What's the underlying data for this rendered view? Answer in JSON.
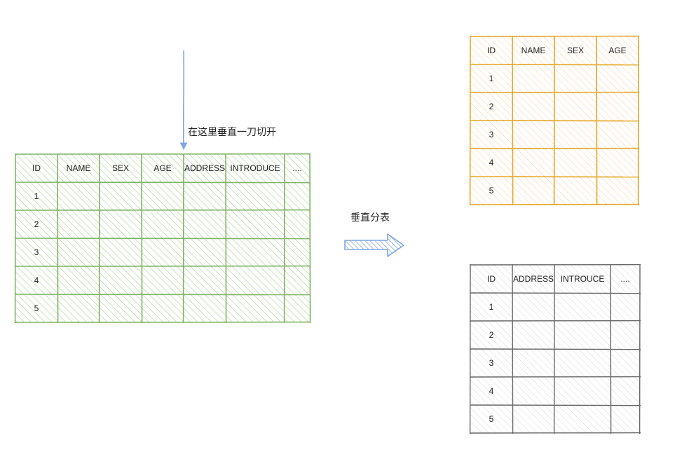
{
  "annotations": {
    "cut_text": "在这里垂直一刀切开",
    "split_text": "垂直分表"
  },
  "source_table": {
    "color": "#82b366",
    "fill": "#d5e8d4",
    "headers": [
      "ID",
      "NAME",
      "SEX",
      "AGE",
      "ADDRESS",
      "INTRODUCE",
      "...."
    ],
    "row_ids": [
      "1",
      "2",
      "3",
      "4",
      "5"
    ]
  },
  "result_table_1": {
    "color": "#e6a626",
    "fill": "#ffe6cc",
    "headers": [
      "ID",
      "NAME",
      "SEX",
      "AGE"
    ],
    "row_ids": [
      "1",
      "2",
      "3",
      "4",
      "5"
    ]
  },
  "result_table_2": {
    "color": "#666666",
    "fill": "#f5f5f5",
    "headers": [
      "ID",
      "ADDRESS",
      "INTROUCE",
      "...."
    ],
    "row_ids": [
      "1",
      "2",
      "3",
      "4",
      "5"
    ]
  },
  "connectors": {
    "cut_arrow_color": "#7ea6e0",
    "split_arrow_color": "#7ea6e0",
    "split_arrow_fill": "#dae8fc"
  }
}
